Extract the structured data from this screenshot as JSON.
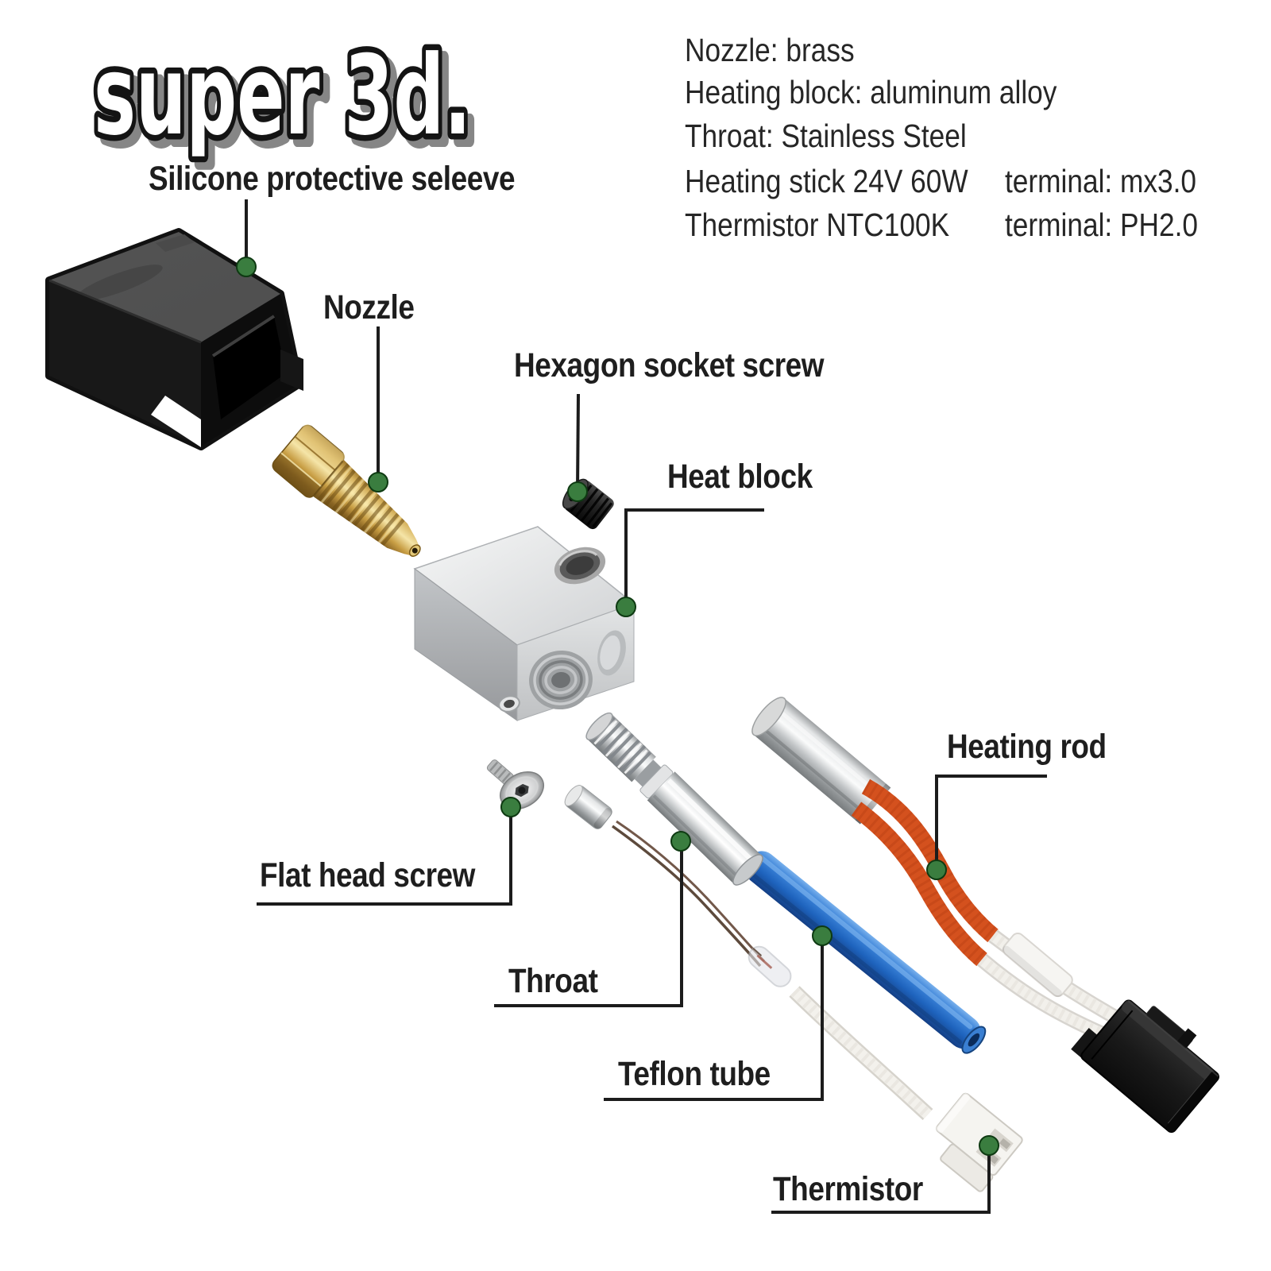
{
  "logo": {
    "text": "super 3d."
  },
  "specs": {
    "rows": [
      {
        "left": "Nozzle: brass",
        "right": ""
      },
      {
        "left": "Heating block: aluminum alloy",
        "right": ""
      },
      {
        "left": "Throat: Stainless Steel",
        "right": ""
      },
      {
        "left": "Heating stick 24V 60W",
        "right": "terminal: mx3.0"
      },
      {
        "left": "Thermistor NTC100K",
        "right": "terminal: PH2.0"
      }
    ]
  },
  "labels": {
    "silicone_sleeve": "Silicone protective seleeve",
    "nozzle": "Nozzle",
    "hexagon_socket_screw": "Hexagon socket screw",
    "heat_block": "Heat block",
    "heating_rod": "Heating rod",
    "flat_head_screw": "Flat head screw",
    "throat": "Throat",
    "teflon_tube": "Teflon tube",
    "thermistor": "Thermistor"
  },
  "colors": {
    "background": "#ffffff",
    "marker_green": "#3a7d3f",
    "leader_line": "#1c1c1c",
    "label_text": "#1e1e1e",
    "brass": "#d7b35f",
    "teflon_blue": "#1e63bd",
    "heater_wire_red": "#d4511e",
    "aluminum_silver": "#d8dadc",
    "silicone_black": "#141414"
  }
}
